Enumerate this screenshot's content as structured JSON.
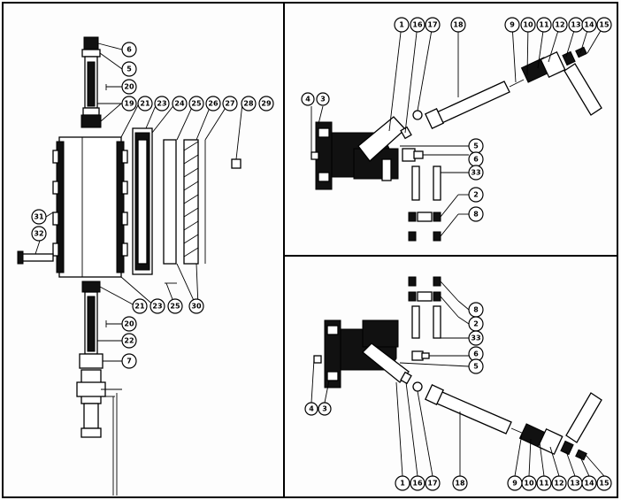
{
  "panels": {
    "left": {
      "callouts": [
        {
          "id": "6",
          "label": "6"
        },
        {
          "id": "5",
          "label": "5"
        },
        {
          "id": "20a",
          "label": "20"
        },
        {
          "id": "19",
          "label": "19"
        },
        {
          "id": "21a",
          "label": "21"
        },
        {
          "id": "23a",
          "label": "23"
        },
        {
          "id": "24",
          "label": "24"
        },
        {
          "id": "25a",
          "label": "25"
        },
        {
          "id": "26",
          "label": "26"
        },
        {
          "id": "27",
          "label": "27"
        },
        {
          "id": "28",
          "label": "28"
        },
        {
          "id": "29",
          "label": "29"
        },
        {
          "id": "31",
          "label": "31"
        },
        {
          "id": "32",
          "label": "32"
        },
        {
          "id": "21b",
          "label": "21"
        },
        {
          "id": "23b",
          "label": "23"
        },
        {
          "id": "25b",
          "label": "25"
        },
        {
          "id": "30",
          "label": "30"
        },
        {
          "id": "20b",
          "label": "20"
        },
        {
          "id": "22",
          "label": "22"
        },
        {
          "id": "7",
          "label": "7"
        }
      ]
    },
    "top_right": {
      "callouts": [
        {
          "id": "1",
          "label": "1"
        },
        {
          "id": "16",
          "label": "16"
        },
        {
          "id": "17",
          "label": "17"
        },
        {
          "id": "18",
          "label": "18"
        },
        {
          "id": "9",
          "label": "9"
        },
        {
          "id": "10",
          "label": "10"
        },
        {
          "id": "11",
          "label": "11"
        },
        {
          "id": "12",
          "label": "12"
        },
        {
          "id": "13",
          "label": "13"
        },
        {
          "id": "14",
          "label": "14"
        },
        {
          "id": "15",
          "label": "15"
        },
        {
          "id": "4",
          "label": "4"
        },
        {
          "id": "3",
          "label": "3"
        },
        {
          "id": "5",
          "label": "5"
        },
        {
          "id": "6",
          "label": "6"
        },
        {
          "id": "33",
          "label": "33"
        },
        {
          "id": "2",
          "label": "2"
        },
        {
          "id": "8",
          "label": "8"
        }
      ]
    },
    "bottom_right": {
      "callouts": [
        {
          "id": "8",
          "label": "8"
        },
        {
          "id": "2",
          "label": "2"
        },
        {
          "id": "33",
          "label": "33"
        },
        {
          "id": "6",
          "label": "6"
        },
        {
          "id": "5",
          "label": "5"
        },
        {
          "id": "4",
          "label": "4"
        },
        {
          "id": "3",
          "label": "3"
        },
        {
          "id": "1",
          "label": "1"
        },
        {
          "id": "16",
          "label": "16"
        },
        {
          "id": "17",
          "label": "17"
        },
        {
          "id": "18",
          "label": "18"
        },
        {
          "id": "9",
          "label": "9"
        },
        {
          "id": "10",
          "label": "10"
        },
        {
          "id": "11",
          "label": "11"
        },
        {
          "id": "12",
          "label": "12"
        },
        {
          "id": "13",
          "label": "13"
        },
        {
          "id": "14",
          "label": "14"
        },
        {
          "id": "15",
          "label": "15"
        }
      ]
    }
  }
}
